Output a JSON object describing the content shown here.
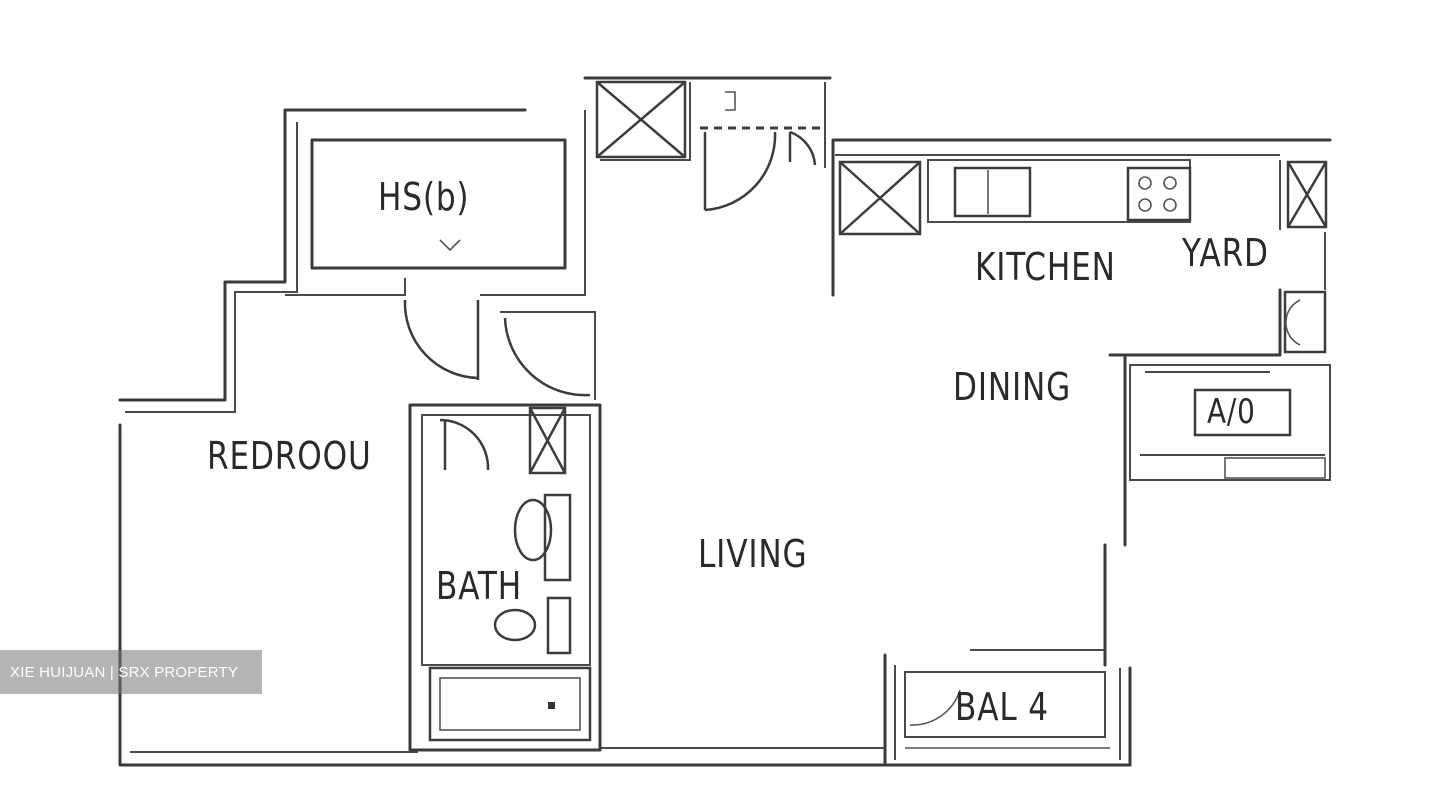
{
  "rooms": {
    "hsb": "HS(b)",
    "kitchen": "KITCHEN",
    "yard": "YARD",
    "dining": "DINING",
    "ac": "A/0",
    "bedroom": "REDROOU",
    "living": "LIVING",
    "bath": "BATH",
    "balcony": "BAL 4"
  },
  "watermark": {
    "text": "XIE HUIJUAN | SRX PROPERTY"
  }
}
